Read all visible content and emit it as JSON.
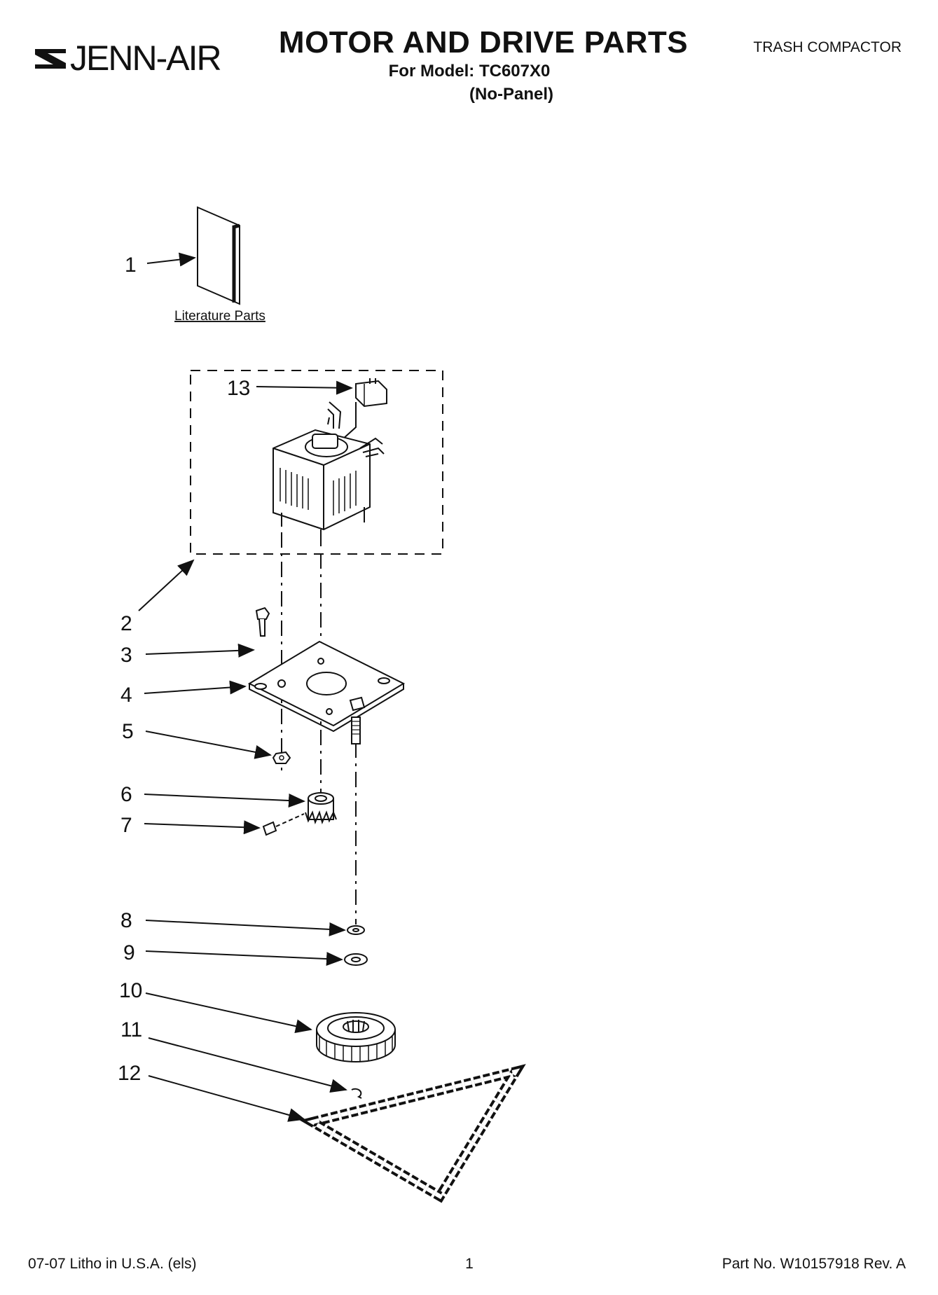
{
  "header": {
    "brand": "JENN-AIR",
    "title": "MOTOR AND DRIVE PARTS",
    "model_line": "For Model: TC607X0",
    "panel_line": "(No-Panel)",
    "category": "TRASH COMPACTOR"
  },
  "diagram": {
    "literature_label": "Literature Parts",
    "callouts": [
      "1",
      "2",
      "3",
      "4",
      "5",
      "6",
      "7",
      "8",
      "9",
      "10",
      "11",
      "12",
      "13"
    ]
  },
  "footer": {
    "litho": "07-07 Litho in U.S.A. (els)",
    "page": "1",
    "part_no": "Part No. W10157918 Rev. A"
  }
}
